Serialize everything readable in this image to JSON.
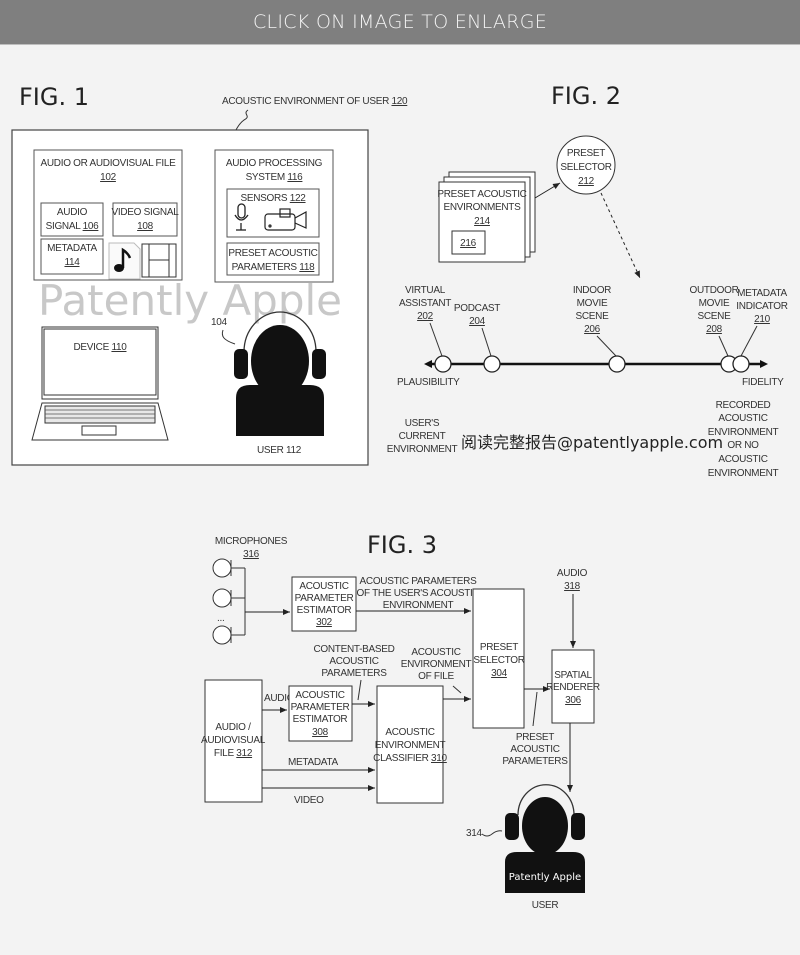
{
  "banner": {
    "label": "CLICK ON IMAGE TO ENLARGE"
  },
  "fig1": {
    "title": "FIG. 1",
    "environment_label": "ACOUSTIC ENVIRONMENT OF USER",
    "environment_ref": "120",
    "file_box": {
      "line1": "AUDIO OR AUDIOVISUAL FILE",
      "ref": "102"
    },
    "audio_signal": {
      "line1": "AUDIO",
      "line2": "SIGNAL",
      "ref": "106"
    },
    "video_signal": {
      "line1": "VIDEO SIGNAL",
      "ref": "108"
    },
    "metadata": {
      "line1": "METADATA",
      "ref": "114"
    },
    "processing_system": {
      "line1": "AUDIO PROCESSING",
      "line2": "SYSTEM",
      "ref": "116"
    },
    "sensors": {
      "line1": "SENSORS",
      "ref": "122"
    },
    "preset_params": {
      "line1": "PRESET ACOUSTIC",
      "line2": "PARAMETERS",
      "ref": "118"
    },
    "device": {
      "line1": "DEVICE",
      "ref": "110"
    },
    "headphones_ref": "104",
    "user": "USER 112",
    "watermark": "Patently Apple",
    "icons": [
      "music-note-icon",
      "film-strip-icon",
      "microphone-icon",
      "camera-icon",
      "laptop-icon",
      "user-headphones-icon"
    ]
  },
  "fig2": {
    "title": "FIG. 2",
    "preset_selector": {
      "line1": "PRESET",
      "line2": "SELECTOR",
      "ref": "212"
    },
    "preset_envs": {
      "line1": "PRESET ACOUSTIC",
      "line2": "ENVIRONMENTS",
      "ref": "214",
      "inner_ref": "216"
    },
    "points": [
      {
        "lines": [
          "VIRTUAL",
          "ASSISTANT"
        ],
        "ref": "202"
      },
      {
        "lines": [
          "PODCAST"
        ],
        "ref": "204"
      },
      {
        "lines": [
          "INDOOR",
          "MOVIE",
          "SCENE"
        ],
        "ref": "206"
      },
      {
        "lines": [
          "OUTDOOR",
          "MOVIE",
          "SCENE"
        ],
        "ref": "208"
      },
      {
        "lines": [
          "METADATA",
          "INDICATOR"
        ],
        "ref": "210"
      }
    ],
    "axis_left": "PLAUSIBILITY",
    "axis_right": "FIDELITY",
    "left_note": [
      "USER'S",
      "CURRENT",
      "ENVIRONMENT"
    ],
    "right_note": [
      "RECORDED",
      "ACOUSTIC",
      "ENVIRONMENT",
      "OR NO",
      "ACOUSTIC",
      "ENVIRONMENT"
    ],
    "watermark": "阅读完整报告@patentlyapple.com"
  },
  "fig3": {
    "title": "FIG. 3",
    "microphones": {
      "line1": "MICROPHONES",
      "ref": "316",
      "ellipsis": "..."
    },
    "estimator_302": {
      "lines": [
        "ACOUSTIC",
        "PARAMETER",
        "ESTIMATOR"
      ],
      "ref": "302"
    },
    "user_env_params": [
      "ACOUSTIC PARAMETERS",
      "OF THE USER'S ACOUSTIC",
      "ENVIRONMENT"
    ],
    "content_params": [
      "CONTENT-BASED",
      "ACOUSTIC",
      "PARAMETERS"
    ],
    "env_of_file": [
      "ACOUSTIC",
      "ENVIRONMENT",
      "OF FILE"
    ],
    "preset_selector": {
      "lines": [
        "PRESET",
        "SELECTOR"
      ],
      "ref": "304"
    },
    "audio_318": {
      "line1": "AUDIO",
      "ref": "318"
    },
    "spatial_renderer": {
      "lines": [
        "SPATIAL",
        "RENDERER"
      ],
      "ref": "306"
    },
    "file_312": {
      "lines": [
        "AUDIO /",
        "AUDIOVISUAL"
      ],
      "line3": "FILE",
      "ref": "312"
    },
    "audio_label": "AUDIO",
    "estimator_308": {
      "lines": [
        "ACOUSTIC",
        "PARAMETER",
        "ESTIMATOR"
      ],
      "ref": "308"
    },
    "classifier": {
      "lines": [
        "ACOUSTIC",
        "ENVIRONMENT"
      ],
      "line3": "CLASSIFIER",
      "ref": "310"
    },
    "metadata_label": "METADATA",
    "video_label": "VIDEO",
    "preset_params": [
      "PRESET",
      "ACOUSTIC",
      "PARAMETERS"
    ],
    "headphones_ref": "314",
    "user_badge": "Patently Apple",
    "user": "USER"
  }
}
